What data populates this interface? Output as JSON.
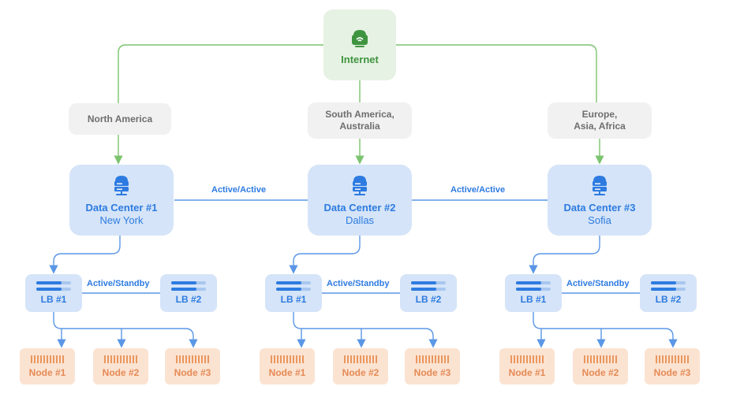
{
  "internet": {
    "label": "Internet",
    "icon": "cloud-router-icon"
  },
  "regions": [
    {
      "label": "North America"
    },
    {
      "label": "South America, Australia"
    },
    {
      "label": "Europe, Asia, Africa"
    }
  ],
  "datacenters": [
    {
      "title": "Data Center #1",
      "city": "New York"
    },
    {
      "title": "Data Center #2",
      "city": "Dallas"
    },
    {
      "title": "Data Center #3",
      "city": "Sofia"
    }
  ],
  "links": {
    "dc_link": "Active/Active",
    "lb_link": "Active/Standby"
  },
  "lb_labels": [
    "LB #1",
    "LB #2"
  ],
  "node_labels": [
    "Node #1",
    "Node #2",
    "Node #3"
  ],
  "colors": {
    "internet_bg": "#e6f2e3",
    "internet_accent": "#3f9440",
    "green_wire": "#7cc36f",
    "dc_bg": "#d5e4f8",
    "blue_accent": "#2d7be0",
    "blue_wire": "#5b97e6",
    "node_bg": "#fbe3d2",
    "node_accent": "#e58a55",
    "region_bg": "#f1f1f1"
  }
}
